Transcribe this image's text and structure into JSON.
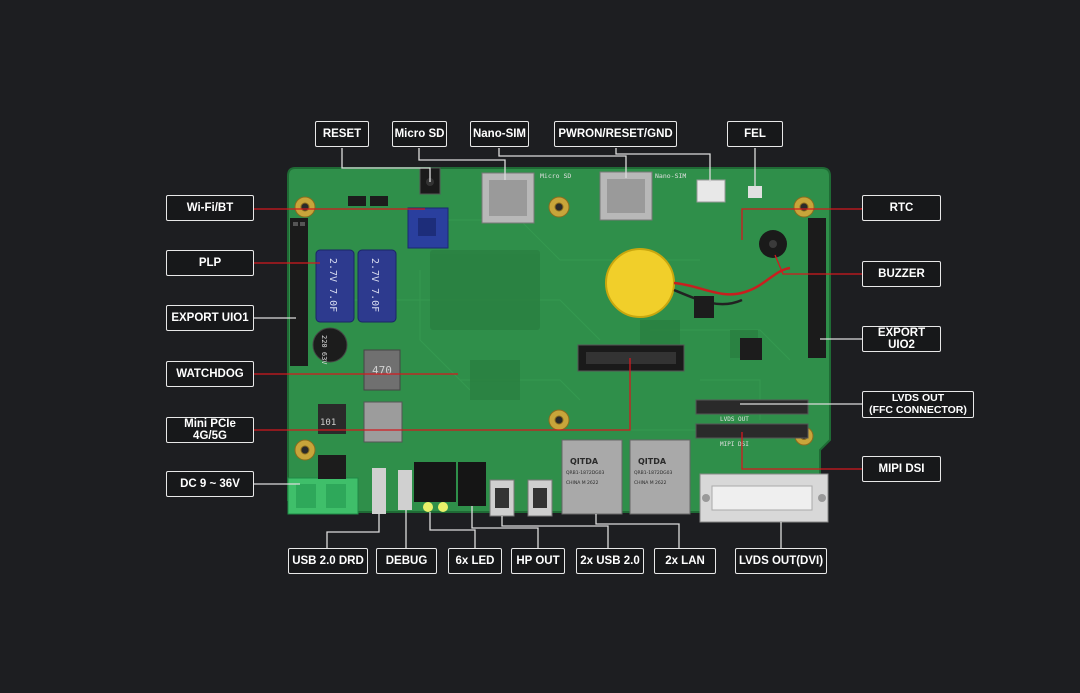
{
  "colors": {
    "background": "#1d1e21",
    "pcb": "#2f8f4a",
    "callout_red": "#d3191f",
    "callout_white": "#dcdcdc"
  },
  "board_text": {
    "micro_sd": "Micro SD",
    "nano_sim": "Nano-SIM",
    "cap_left": "2.7V 7.0F",
    "cap_right": "2.7V 7.0F",
    "elec_cap": "220 63V",
    "lan_brand": "QITDA",
    "lan_part": "QRB1-1872DG03",
    "lan_origin": "CHINA M 2622",
    "lvds_out": "LVDS OUT",
    "mipi": "MIPI DSI",
    "inductor": "470",
    "coil": "101"
  },
  "labels": {
    "reset": "RESET",
    "micro_sd": "Micro SD",
    "nano_sim": "Nano-SIM",
    "pwron": "PWRON/RESET/GND",
    "fel": "FEL",
    "wifi": "Wi-Fi/BT",
    "plp": "PLP",
    "uio1": "EXPORT UIO1",
    "watchdog": "WATCHDOG",
    "minipcie": "Mini PCIe 4G/5G",
    "dc": "DC 9 ~ 36V",
    "rtc": "RTC",
    "buzzer": "BUZZER",
    "uio2": "EXPORT UIO2",
    "lvds_ffc": "LVDS OUT\n(FFC CONNECTOR)",
    "mipi": "MIPI DSI",
    "usb_drd": "USB 2.0 DRD",
    "debug": "DEBUG",
    "led": "6x LED",
    "hp": "HP OUT",
    "usb2x": "2x USB 2.0",
    "lan2x": "2x LAN",
    "lvds_dvi": "LVDS OUT(DVI)"
  }
}
